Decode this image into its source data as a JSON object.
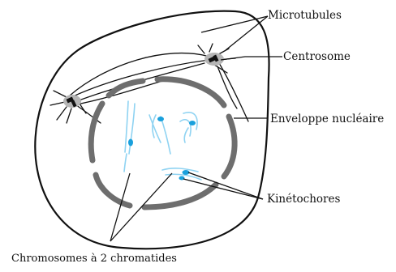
{
  "labels": {
    "microtubules": "Microtubules",
    "centrosome": "Centrosome",
    "envelope": "Enveloppe nucléaire",
    "kinetochores": "Kinétochores",
    "chromosomes": "Chromosomes à 2 chromatides"
  },
  "colors": {
    "outline": "#111111",
    "envelope": "#6e6e6e",
    "centrosome": "#b5b5b5",
    "chromatid": "#8fd3f2",
    "kinetochore": "#1aa0dc"
  }
}
